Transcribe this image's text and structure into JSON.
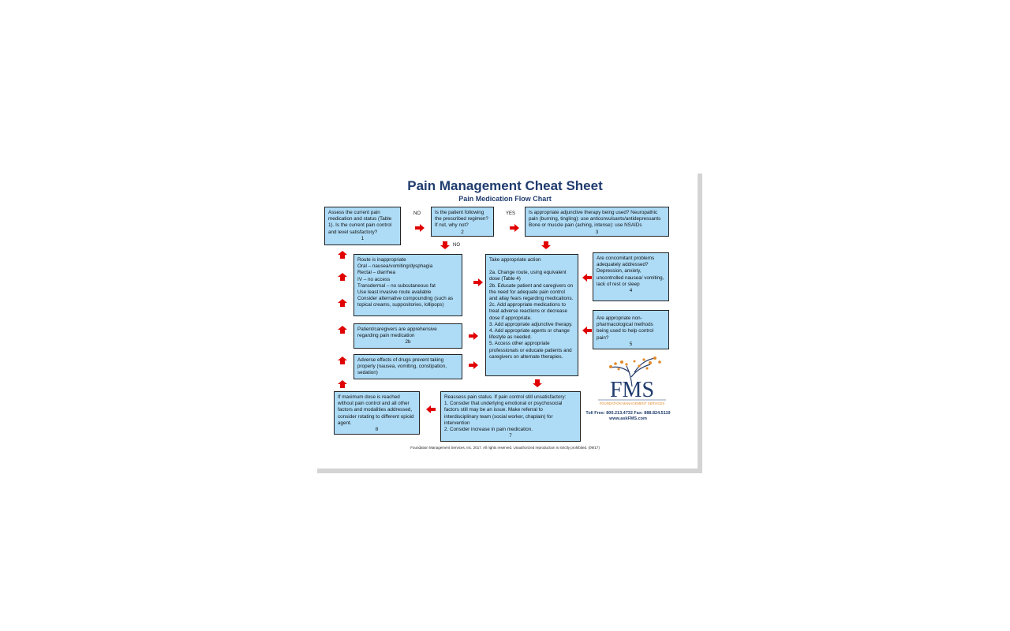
{
  "header": {
    "title": "Pain Management Cheat Sheet",
    "subtitle": "Pain Medication Flow Chart"
  },
  "labels": {
    "no_1": "NO",
    "yes": "YES",
    "no_2": "NO"
  },
  "boxes": {
    "b1": {
      "text": "Assess the current pain medication and status (Table 1). Is the current pain control and level satisfactory?",
      "num": "1"
    },
    "b2": {
      "text": "Is the patient following the prescribed regimen? If not, why not?",
      "num": "2"
    },
    "b3": {
      "text": "Is appropriate adjunctive therapy being used? Neuropathic pain (burning, tingling): use anticonvulsants/antidepressants Bone or muscle pain (aching, intense): use NSAIDs",
      "num": "3"
    },
    "route": {
      "lines": [
        "Route is inappropriate",
        "Oral – nausea/vomiting/dysphagia",
        "Rectal – diarrhea",
        "IV – no access",
        "Transdermal – no subcutaneous fat",
        "Use least invasive route available",
        "Consider alternative compounding (such as topical creams, suppositories, lollipops)"
      ]
    },
    "b2b": {
      "text": "Patient/caregivers are apprehensive regarding pain medication",
      "num": "2b"
    },
    "adverse": {
      "text": "Adverse effects of drugs prevent taking properly (nausea, vomiting, constipation, sedation)"
    },
    "action": {
      "lines": [
        "Take appropriate action",
        "2a. Change route, using equivalent dose (Table 4)",
        "2b. Educate patient and caregivers on the need for adequate pain control and allay fears regarding medications.",
        "2c. Add appropriate medications to treat adverse reactions or decrease dose if appropriate.",
        "3. Add appropriate adjunctive therapy.",
        "4. Add appropriate agents or change lifestyle as needed.",
        "5. Access other appropriate professionals or educate patients and caregivers on alternate therapies."
      ]
    },
    "b4": {
      "text": "Are concomitant problems adequately addressed? Depression, anxiety, uncontrolled nausea/ vomiting, lack of rest or sleep",
      "num": "4"
    },
    "b5": {
      "text": "Are appropriate non-pharmacological methods being used to help control pain?",
      "num": "5"
    },
    "b7": {
      "lines": [
        "Reassess pain status. If pain control still unsatisfactory:",
        "1. Consider that underlying emotional or psychosocial factors still may be an issue. Make referral to interdisciplinary team (social worker, chaplain) for intervention",
        "2. Consider increase in pain medication."
      ],
      "num": "7"
    },
    "b8": {
      "text": "If maximum dose is reached without pain control and all other factors and modalities addressed, consider rotating to different opioid agent.",
      "num": "8"
    }
  },
  "logo": {
    "letters": "FMS",
    "name": "Foundation Management Services"
  },
  "contact": {
    "phone": "Toll Free: 800.213.4732   Fax: 888.824.5119",
    "web": "www.askFMS.com"
  },
  "footer": "Foundation Management Services, Inc. 2017.   All rights reserved. Unauthorized reproduction is strictly prohibited.  (09/17)",
  "colors": {
    "box_fill": "#aedcf7",
    "arrow": "#e00000",
    "title": "#1f3c6e",
    "logo_orange": "#e08a2a"
  }
}
